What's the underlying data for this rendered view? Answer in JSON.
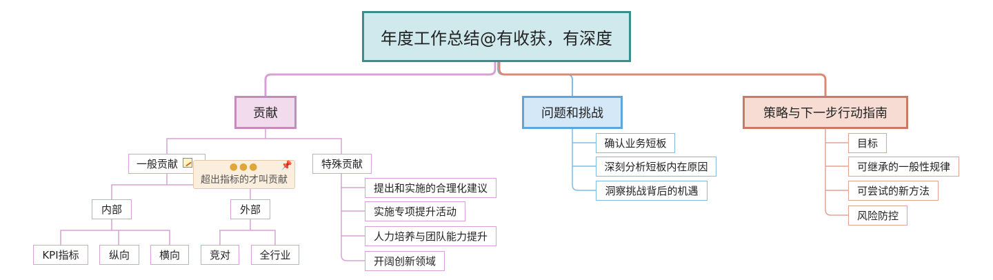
{
  "root": "年度工作总结@有收获，有深度",
  "branches": [
    {
      "label": "贡献",
      "children": [
        {
          "label": "一般贡献",
          "note": "超出指标的才叫贡献",
          "children": [
            {
              "label": "内部",
              "children": [
                "KPI指标",
                "纵向",
                "横向"
              ]
            },
            {
              "label": "外部",
              "children": [
                "竞对",
                "全行业"
              ]
            }
          ]
        },
        {
          "label": "特殊贡献",
          "children": [
            "提出和实施的合理化建议",
            "实施专项提升活动",
            "人力培养与团队能力提升",
            "开阔创新领域"
          ]
        }
      ]
    },
    {
      "label": "问题和挑战",
      "children": [
        "确认业务短板",
        "深刻分析短板内在原因",
        "洞察挑战背后的机遇"
      ]
    },
    {
      "label": "策略与下一步行动指南",
      "children": [
        "目标",
        "可继承的一般性规律",
        "可尝试的新方法",
        "风险防控"
      ]
    }
  ],
  "colors": {
    "root_fill": "#cfe9ec",
    "root_border": "#3a8d8d",
    "branch1": "#c58bbe",
    "branch2": "#5ea6da",
    "branch3": "#c97a64"
  }
}
